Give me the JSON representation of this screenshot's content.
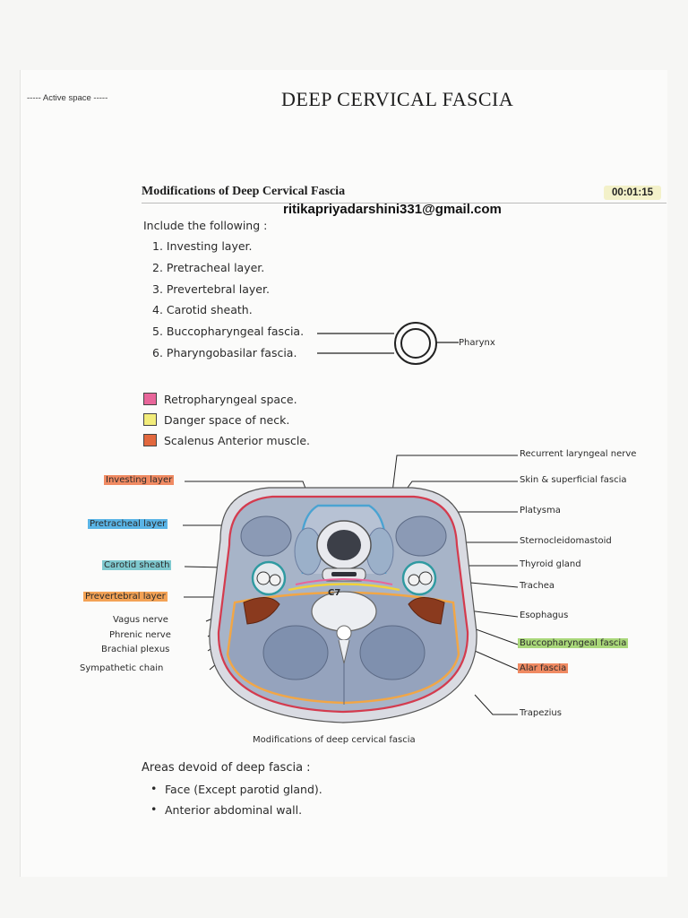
{
  "header": {
    "active_space": "----- Active space -----",
    "title": "DEEP CERVICAL FASCIA"
  },
  "section": {
    "title": "Modifications of Deep Cervical Fascia",
    "timer": "00:01:15",
    "email": "ritikapriyadarshini331@gmail.com",
    "include_label": "Include the following :",
    "items": [
      "1. Investing layer.",
      "2. Pretracheal layer.",
      "3. Prevertebral layer.",
      "4. Carotid sheath.",
      "5. Buccopharyngeal fascia.",
      "6. Pharyngobasilar fascia."
    ],
    "pharynx_label": "Pharynx"
  },
  "legend": [
    {
      "label": "Retropharyngeal space.",
      "color": "#e8669a"
    },
    {
      "label": "Danger space of neck.",
      "color": "#f2ec7a"
    },
    {
      "label": "Scalenus Anterior muscle.",
      "color": "#e2683e"
    }
  ],
  "diagram": {
    "left_labels": [
      {
        "text": "Investing layer",
        "highlight": "#f08a62"
      },
      {
        "text": "Pretracheal layer",
        "highlight": "#5ab4e6"
      },
      {
        "text": "Carotid sheath",
        "highlight": "#7fc9cf"
      },
      {
        "text": "Prevertebral layer",
        "highlight": "#f3a255"
      },
      {
        "text": "Vagus nerve",
        "highlight": ""
      },
      {
        "text": "Phrenic nerve",
        "highlight": ""
      },
      {
        "text": "Brachial plexus",
        "highlight": ""
      },
      {
        "text": "Sympathetic chain",
        "highlight": ""
      }
    ],
    "right_labels": [
      {
        "text": "Recurrent laryngeal nerve",
        "highlight": ""
      },
      {
        "text": "Skin & superficial fascia",
        "highlight": ""
      },
      {
        "text": "Platysma",
        "highlight": ""
      },
      {
        "text": "Sternocleidomastoid",
        "highlight": ""
      },
      {
        "text": "Thyroid gland",
        "highlight": ""
      },
      {
        "text": "Trachea",
        "highlight": ""
      },
      {
        "text": "Esophagus",
        "highlight": ""
      },
      {
        "text": "Buccopharyngeal fascia",
        "highlight": "#a9d77a"
      },
      {
        "text": "Alar fascia",
        "highlight": "#f08a62"
      },
      {
        "text": "Trapezius",
        "highlight": ""
      }
    ],
    "vertebra_label": "C7",
    "caption": "Modifications of deep cervical fascia"
  },
  "areas": {
    "title": "Areas devoid of deep fascia :",
    "items": [
      "Face (Except parotid gland).",
      "Anterior abdominal wall."
    ]
  }
}
